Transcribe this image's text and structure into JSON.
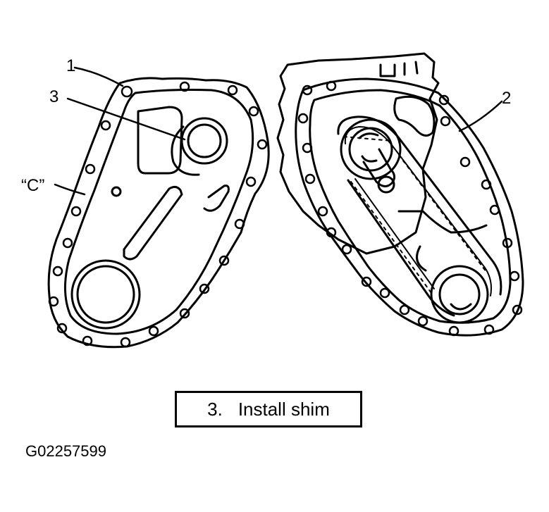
{
  "callouts": {
    "c1": "1",
    "c2": "2",
    "c3": "3",
    "cC": "“C”"
  },
  "caption": {
    "number": "3.",
    "text": "Install shim"
  },
  "figure_id": "G02257599",
  "colors": {
    "ink": "#000000",
    "background": "#ffffff"
  }
}
